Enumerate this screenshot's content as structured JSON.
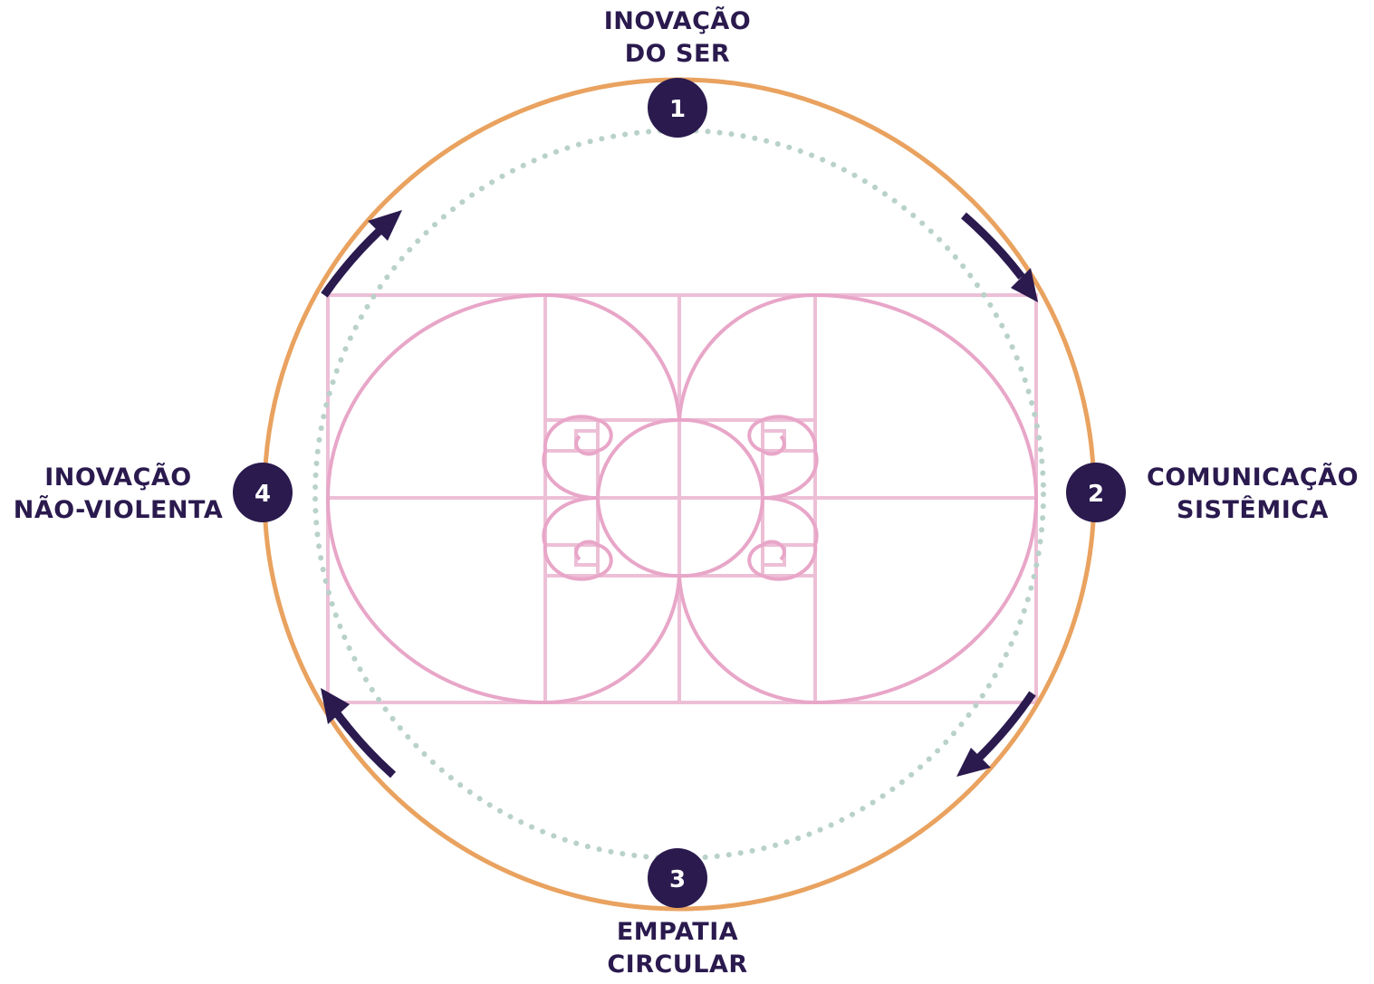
{
  "colors": {
    "outer_circle": "#e9a25f",
    "dotted_circle": "#b9d2c9",
    "golden_ratio_pattern": "#eab4d0",
    "markers_and_arrows": "#2a1a4e",
    "text": "#2a1a4e"
  },
  "steps": [
    {
      "number": "1",
      "lines": [
        "INOVAÇÃO",
        "DO SER"
      ],
      "position": "top"
    },
    {
      "number": "2",
      "lines": [
        "COMUNICAÇÃO",
        "SISTÊMICA"
      ],
      "position": "right"
    },
    {
      "number": "3",
      "lines": [
        "EMPATIA",
        "CIRCULAR"
      ],
      "position": "bottom"
    },
    {
      "number": "4",
      "lines": [
        "INOVAÇÃO",
        "NÃO-VIOLENTA"
      ],
      "position": "left"
    }
  ],
  "flow_direction": "clockwise",
  "arrow_icon": "curved-arrow-icon",
  "background_pattern": "golden-ratio-spirals"
}
